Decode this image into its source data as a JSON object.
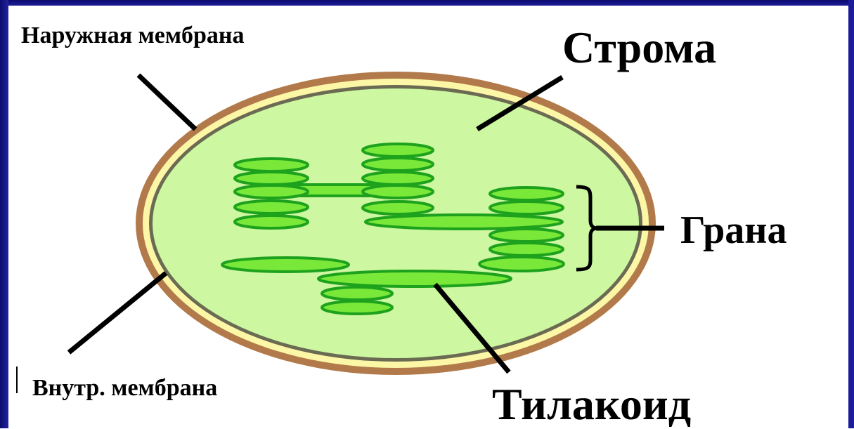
{
  "labels": {
    "outer_membrane": "Наружная мембрана",
    "stroma": "Строма",
    "grana": "Грана",
    "inner_membrane": "Внутр. мембрана",
    "thylakoid": "Тилакоид"
  },
  "colors": {
    "frame": "#1c1c9a",
    "outer_membrane": "#b27a4a",
    "intermembrane_space": "#fbf7a6",
    "inner_membrane": "#6b6a52",
    "stroma": "#cdf7a0",
    "thylakoid_fill": "#79e838",
    "thylakoid_stroke": "#1ea21e"
  }
}
